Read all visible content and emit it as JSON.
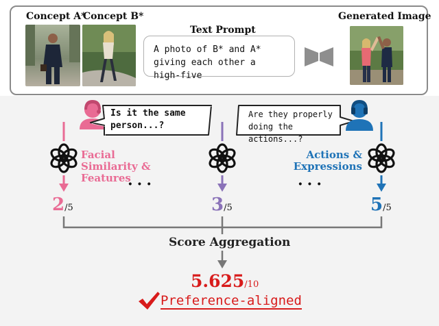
{
  "top": {
    "concept_a_label": "Concept A*",
    "concept_b_label": "Concept B*",
    "text_prompt_label": "Text Prompt",
    "prompt_text": "A photo of B* and A* giving each other a high-five",
    "generated_label": "Generated Image"
  },
  "evaluators": {
    "left_question": "Is it the same person...?",
    "right_question": "Are they properly doing the actions...?"
  },
  "criteria": {
    "left": "Facial Similarity & Features",
    "right": "Actions & Expressions"
  },
  "scores": {
    "left": "2",
    "middle": "3",
    "right": "5",
    "denominator": "/5",
    "ellipsis": "···"
  },
  "aggregation": {
    "label": "Score Aggregation",
    "final_score": "5.625",
    "final_denominator": "/10",
    "verdict": "Preference-aligned"
  },
  "colors": {
    "left_accent": "#e96b94",
    "middle_accent": "#8a72b8",
    "right_accent": "#1f73b7",
    "final_red": "#d81b1b"
  }
}
